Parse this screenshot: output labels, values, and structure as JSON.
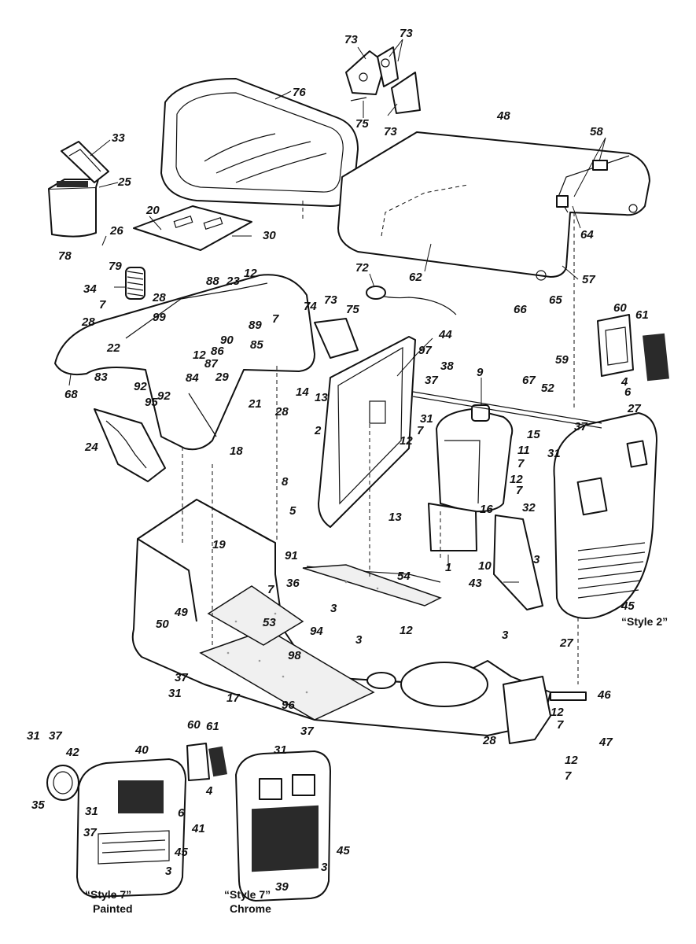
{
  "callouts": [
    {
      "id": "c73a",
      "text": "73"
    },
    {
      "id": "c73b",
      "text": "73"
    },
    {
      "id": "c73c",
      "text": "73"
    },
    {
      "id": "c75a",
      "text": "75"
    },
    {
      "id": "c76",
      "text": "76"
    },
    {
      "id": "c48",
      "text": "48"
    },
    {
      "id": "c33",
      "text": "33"
    },
    {
      "id": "c25",
      "text": "25"
    },
    {
      "id": "c20",
      "text": "20"
    },
    {
      "id": "c26",
      "text": "26"
    },
    {
      "id": "c30",
      "text": "30"
    },
    {
      "id": "c78",
      "text": "78"
    },
    {
      "id": "c79",
      "text": "79"
    },
    {
      "id": "c58",
      "text": "58"
    },
    {
      "id": "c64",
      "text": "64"
    },
    {
      "id": "c62",
      "text": "62"
    },
    {
      "id": "c57",
      "text": "57"
    },
    {
      "id": "c65",
      "text": "65"
    },
    {
      "id": "c66",
      "text": "66"
    },
    {
      "id": "c72",
      "text": "72"
    },
    {
      "id": "c34",
      "text": "34"
    },
    {
      "id": "c88",
      "text": "88"
    },
    {
      "id": "c23",
      "text": "23"
    },
    {
      "id": "c12a",
      "text": "12"
    },
    {
      "id": "c7a",
      "text": "7"
    },
    {
      "id": "c28a",
      "text": "28"
    },
    {
      "id": "c7b",
      "text": "7"
    },
    {
      "id": "c89",
      "text": "89"
    },
    {
      "id": "c85",
      "text": "85"
    },
    {
      "id": "c28b",
      "text": "28"
    },
    {
      "id": "c99",
      "text": "99"
    },
    {
      "id": "c90",
      "text": "90"
    },
    {
      "id": "c86",
      "text": "86"
    },
    {
      "id": "c74",
      "text": "74"
    },
    {
      "id": "c73d",
      "text": "73"
    },
    {
      "id": "c75b",
      "text": "75"
    },
    {
      "id": "c44",
      "text": "44"
    },
    {
      "id": "c97",
      "text": "97"
    },
    {
      "id": "c60a",
      "text": "60"
    },
    {
      "id": "c61a",
      "text": "61"
    },
    {
      "id": "c22",
      "text": "22"
    },
    {
      "id": "c12b",
      "text": "12"
    },
    {
      "id": "c87",
      "text": "87"
    },
    {
      "id": "c83",
      "text": "83"
    },
    {
      "id": "c84",
      "text": "84"
    },
    {
      "id": "c92a",
      "text": "92"
    },
    {
      "id": "c29",
      "text": "29"
    },
    {
      "id": "c68",
      "text": "68"
    },
    {
      "id": "c95",
      "text": "95"
    },
    {
      "id": "c92b",
      "text": "92"
    },
    {
      "id": "c21",
      "text": "21"
    },
    {
      "id": "c38",
      "text": "38"
    },
    {
      "id": "c9",
      "text": "9"
    },
    {
      "id": "c67",
      "text": "67"
    },
    {
      "id": "c59",
      "text": "59"
    },
    {
      "id": "c4a",
      "text": "4"
    },
    {
      "id": "c52",
      "text": "52"
    },
    {
      "id": "c6a",
      "text": "6"
    },
    {
      "id": "c27a",
      "text": "27"
    },
    {
      "id": "c14",
      "text": "14"
    },
    {
      "id": "c13a",
      "text": "13"
    },
    {
      "id": "c28c",
      "text": "28"
    },
    {
      "id": "c37a",
      "text": "37"
    },
    {
      "id": "c31a",
      "text": "31"
    },
    {
      "id": "c2",
      "text": "2"
    },
    {
      "id": "c7c",
      "text": "7"
    },
    {
      "id": "c12c",
      "text": "12"
    },
    {
      "id": "c15",
      "text": "15"
    },
    {
      "id": "c11",
      "text": "11"
    },
    {
      "id": "c37b",
      "text": "37"
    },
    {
      "id": "c31b",
      "text": "31"
    },
    {
      "id": "c24",
      "text": "24"
    },
    {
      "id": "c18",
      "text": "18"
    },
    {
      "id": "c7d",
      "text": "7"
    },
    {
      "id": "c12d",
      "text": "12"
    },
    {
      "id": "c8",
      "text": "8"
    },
    {
      "id": "c7e",
      "text": "7"
    },
    {
      "id": "c32",
      "text": "32"
    },
    {
      "id": "c13b",
      "text": "13"
    },
    {
      "id": "c16",
      "text": "16"
    },
    {
      "id": "c5",
      "text": "5"
    },
    {
      "id": "c91",
      "text": "91"
    },
    {
      "id": "c19",
      "text": "19"
    },
    {
      "id": "c36",
      "text": "36"
    },
    {
      "id": "c7f",
      "text": "7"
    },
    {
      "id": "c54",
      "text": "54"
    },
    {
      "id": "c10",
      "text": "10"
    },
    {
      "id": "c1",
      "text": "1"
    },
    {
      "id": "c3a",
      "text": "3"
    },
    {
      "id": "c43",
      "text": "43"
    },
    {
      "id": "c45a",
      "text": "45"
    },
    {
      "id": "c49",
      "text": "49"
    },
    {
      "id": "c50",
      "text": "50"
    },
    {
      "id": "c3b",
      "text": "3"
    },
    {
      "id": "c53",
      "text": "53"
    },
    {
      "id": "c94",
      "text": "94"
    },
    {
      "id": "c12e",
      "text": "12"
    },
    {
      "id": "c3c",
      "text": "3"
    },
    {
      "id": "c3d",
      "text": "3"
    },
    {
      "id": "c27b",
      "text": "27"
    },
    {
      "id": "c98",
      "text": "98"
    },
    {
      "id": "c37c",
      "text": "37"
    },
    {
      "id": "c31c",
      "text": "31"
    },
    {
      "id": "c96",
      "text": "96"
    },
    {
      "id": "c17",
      "text": "17"
    },
    {
      "id": "c37d",
      "text": "37"
    },
    {
      "id": "c46",
      "text": "46"
    },
    {
      "id": "c12f",
      "text": "12"
    },
    {
      "id": "c7g",
      "text": "7"
    },
    {
      "id": "c47",
      "text": "47"
    },
    {
      "id": "c28d",
      "text": "28"
    },
    {
      "id": "c12g",
      "text": "12"
    },
    {
      "id": "c7h",
      "text": "7"
    },
    {
      "id": "c31d",
      "text": "31"
    },
    {
      "id": "c60b",
      "text": "60"
    },
    {
      "id": "c61b",
      "text": "61"
    },
    {
      "id": "c31e",
      "text": "31"
    },
    {
      "id": "c37e",
      "text": "37"
    },
    {
      "id": "c42",
      "text": "42"
    },
    {
      "id": "c40",
      "text": "40"
    },
    {
      "id": "c4b",
      "text": "4"
    },
    {
      "id": "c35",
      "text": "35"
    },
    {
      "id": "c6b",
      "text": "6"
    },
    {
      "id": "c41",
      "text": "41"
    },
    {
      "id": "c31f",
      "text": "31"
    },
    {
      "id": "c37f",
      "text": "37"
    },
    {
      "id": "c45b",
      "text": "45"
    },
    {
      "id": "c3e",
      "text": "3"
    },
    {
      "id": "c45c",
      "text": "45"
    },
    {
      "id": "c3f",
      "text": "3"
    },
    {
      "id": "c39",
      "text": "39"
    }
  ],
  "captions": {
    "style2": "“Style 2”",
    "style7_painted_line1": "“Style 7”",
    "style7_painted_line2": "Painted",
    "style7_chrome_line1": "“Style 7”",
    "style7_chrome_line2": "Chrome"
  }
}
